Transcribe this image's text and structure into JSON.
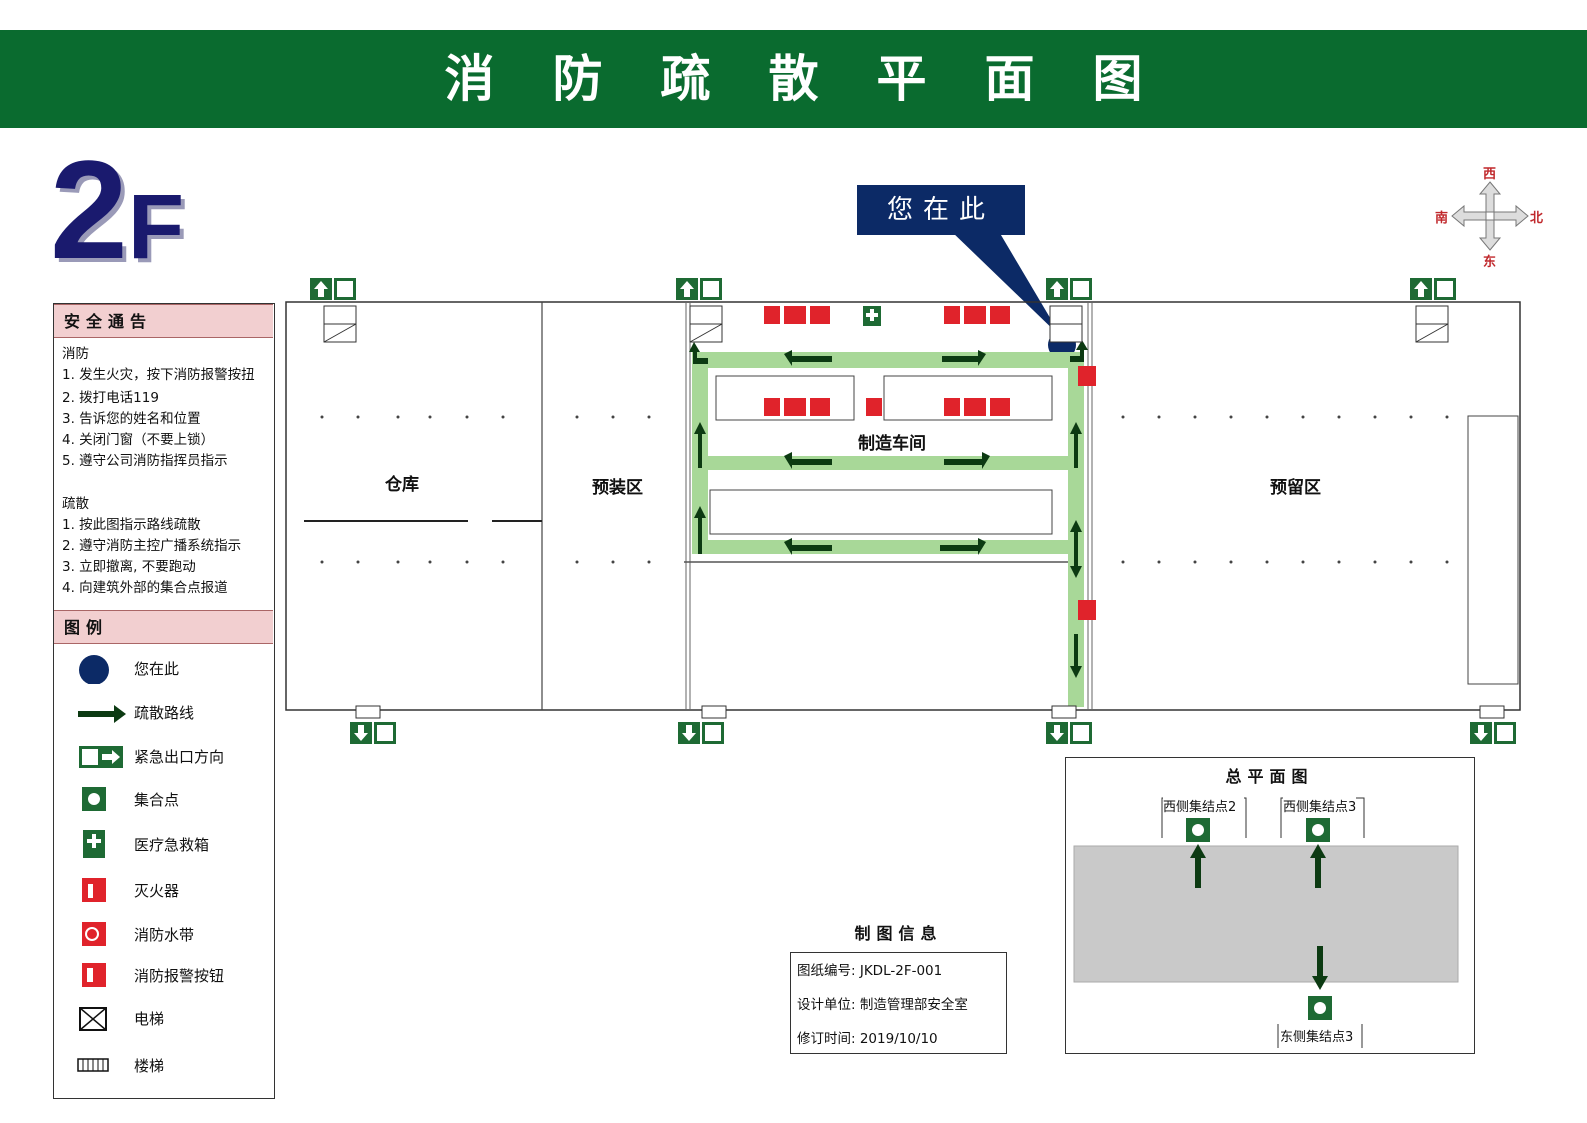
{
  "header": {
    "title": "消防疏散平面图",
    "bg_color": "#0a6b2f"
  },
  "floor": {
    "number": "2",
    "suffix": "F"
  },
  "compass": {
    "north": "北",
    "south": "南",
    "east": "东",
    "west": "西"
  },
  "you_are_here": {
    "label": "您在此",
    "color": "#0c2a66"
  },
  "notice": {
    "title": "安全通告",
    "fire_heading": "消防",
    "fire_steps": [
      "1. 发生火灾，按下消防报警按扭",
      "2. 拨打电话119",
      "3. 告诉您的姓名和位置",
      "4. 关闭门窗（不要上锁）",
      "5. 遵守公司消防指挥员指示"
    ],
    "evac_heading": "疏散",
    "evac_steps": [
      "1. 按此图指示路线疏散",
      "2. 遵守消防主控广播系统指示",
      "3. 立即撤离, 不要跑动",
      "4. 向建筑外部的集合点报道"
    ]
  },
  "legend": {
    "title": "图例",
    "items": [
      {
        "label": "您在此",
        "icon": "you-are-here-dot-icon"
      },
      {
        "label": "疏散路线",
        "icon": "evacuation-arrow-icon"
      },
      {
        "label": "紧急出口方向",
        "icon": "emergency-exit-icon"
      },
      {
        "label": "集合点",
        "icon": "assembly-point-icon"
      },
      {
        "label": "医疗急救箱",
        "icon": "first-aid-icon"
      },
      {
        "label": "灭火器",
        "icon": "fire-extinguisher-icon"
      },
      {
        "label": "消防水带",
        "icon": "fire-hose-icon"
      },
      {
        "label": "消防报警按钮",
        "icon": "fire-alarm-button-icon"
      },
      {
        "label": "电梯",
        "icon": "elevator-icon"
      },
      {
        "label": "楼梯",
        "icon": "stairs-icon"
      }
    ]
  },
  "rooms": {
    "warehouse": "仓库",
    "preassembly": "预装区",
    "workshop": "制造车间",
    "reserved": "预留区"
  },
  "drawing_info": {
    "title": "制图信息",
    "number": "图纸编号: JKDL-2F-001",
    "unit": "设计单位: 制造管理部安全室",
    "revised": "修订时间: 2019/10/10"
  },
  "site_plan": {
    "title": "总平面图",
    "west_point_2": "西侧集结点2",
    "west_point_3": "西侧集结点3",
    "east_point_3": "东侧集结点3"
  },
  "colors": {
    "route": "#a8d898",
    "arrow": "#0c3a12",
    "exit_sign": "#1e6a34",
    "fire_red": "#e0232b",
    "panel_head": "#f2cfd0"
  }
}
